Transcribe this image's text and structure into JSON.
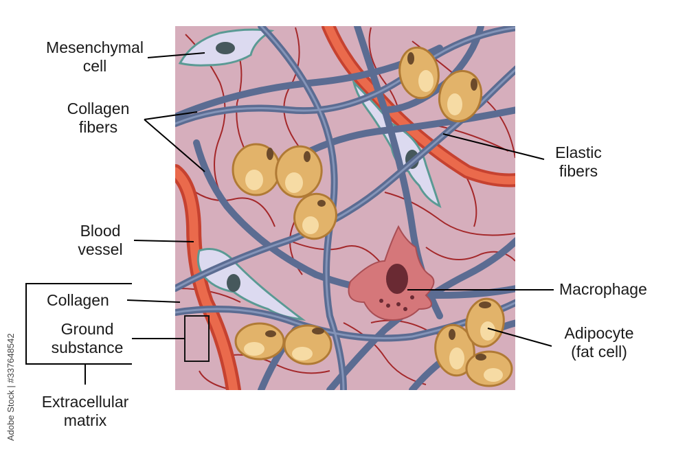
{
  "labels": {
    "mesenchymal_1": "Mesenchymal",
    "mesenchymal_2": "cell",
    "collagen_fibers_1": "Collagen",
    "collagen_fibers_2": "fibers",
    "blood_vessel_1": "Blood",
    "blood_vessel_2": "vessel",
    "collagen": "Collagen",
    "ground_substance_1": "Ground",
    "ground_substance_2": "substance",
    "extracellular_1": "Extracellular",
    "extracellular_2": "matrix",
    "elastic_fibers_1": "Elastic",
    "elastic_fibers_2": "fibers",
    "macrophage": "Macrophage",
    "adipocyte_1": "Adipocyte",
    "adipocyte_2": "(fat cell)"
  },
  "watermark": "Adobe Stock | #337648542",
  "colors": {
    "matrix": "#d6aebc",
    "collagen_fiber": "#5b6c92",
    "collagen_fiber_light": "#8494b8",
    "elastic_fiber": "#a4282a",
    "blood_vessel": "#e0553c",
    "adipocyte": "#e2b36a",
    "macrophage": "#d5777a",
    "mesenchymal": "#dcdaf0",
    "leader_line": "#000000"
  }
}
